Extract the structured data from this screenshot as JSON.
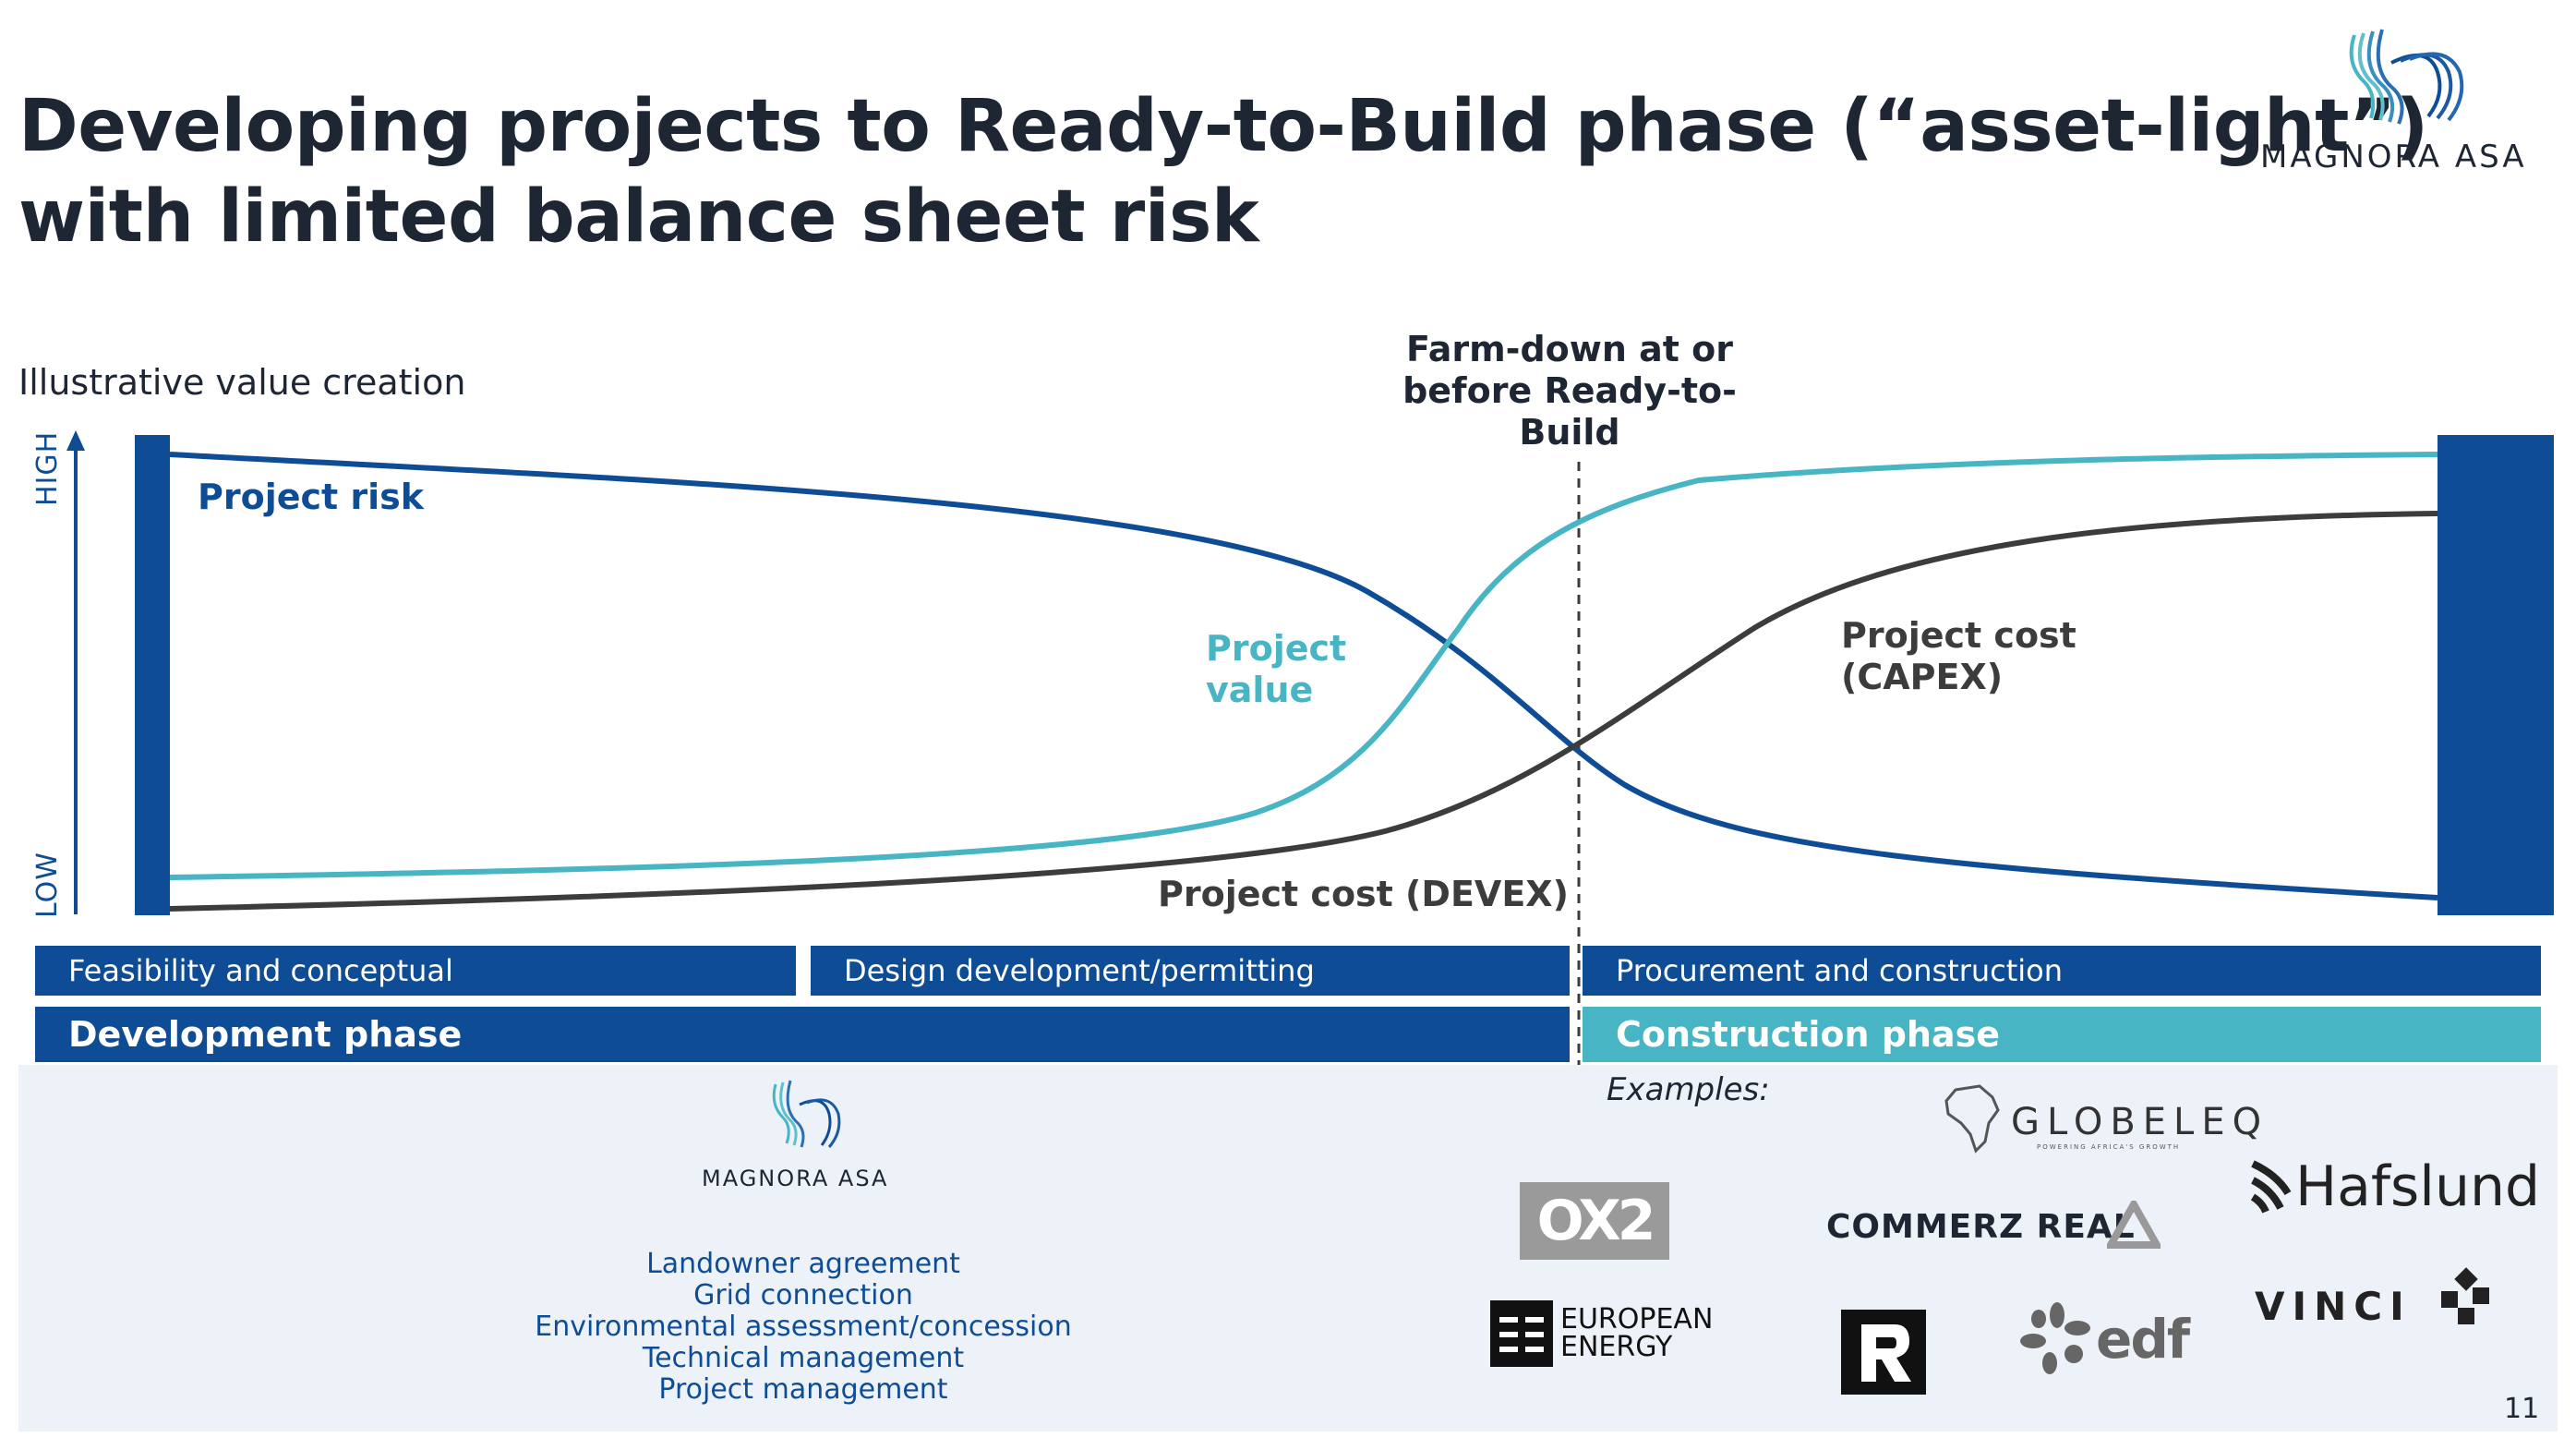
{
  "title_line1": "Developing projects to Ready-to-Build phase (“asset-light”)",
  "title_line2": "with limited balance sheet risk",
  "logo_text": "MAGNORA ASA",
  "subtitle": "Illustrative value creation",
  "axis": {
    "high": "HIGH",
    "low": "LOW"
  },
  "farm_down": {
    "line1": "Farm-down at or",
    "line2": "before Ready-to-Build"
  },
  "curves": {
    "risk": {
      "label": "Project risk",
      "color": "#0e4d96"
    },
    "value": {
      "label_line1": "Project",
      "label_line2": "value",
      "color": "#47b5c4"
    },
    "capex": {
      "label_line1": "Project cost",
      "label_line2": "(CAPEX)",
      "color": "#3c3c3c"
    },
    "devex": {
      "label": "Project cost (DEVEX)",
      "color": "#3c3c3c"
    }
  },
  "stages": {
    "feasibility": "Feasibility and conceptual",
    "design": "Design development/permitting",
    "procurement": "Procurement and construction"
  },
  "phases": {
    "development": "Development phase",
    "construction": "Construction phase"
  },
  "examples_label": "Examples:",
  "dev_logo_text": "MAGNORA ASA",
  "dev_activities": [
    "Landowner agreement",
    "Grid connection",
    "Environmental assessment/concession",
    "Technical management",
    "Project management"
  ],
  "companies": {
    "globeleq": "GLOBELEQ",
    "globeleq_tagline": "POWERING AFRICA'S GROWTH",
    "ox2": "OX2",
    "commerz": "COMMERZ REAL",
    "hafslund": "Hafslund",
    "european_line1": "EUROPEAN",
    "european_line2": "ENERGY",
    "edf": "edf",
    "vinci": "VINCI"
  },
  "page_number": "11",
  "colors": {
    "dark_blue": "#0e4d96",
    "teal": "#47b5c4",
    "panel": "#edf2f8",
    "text": "#1e2633"
  }
}
